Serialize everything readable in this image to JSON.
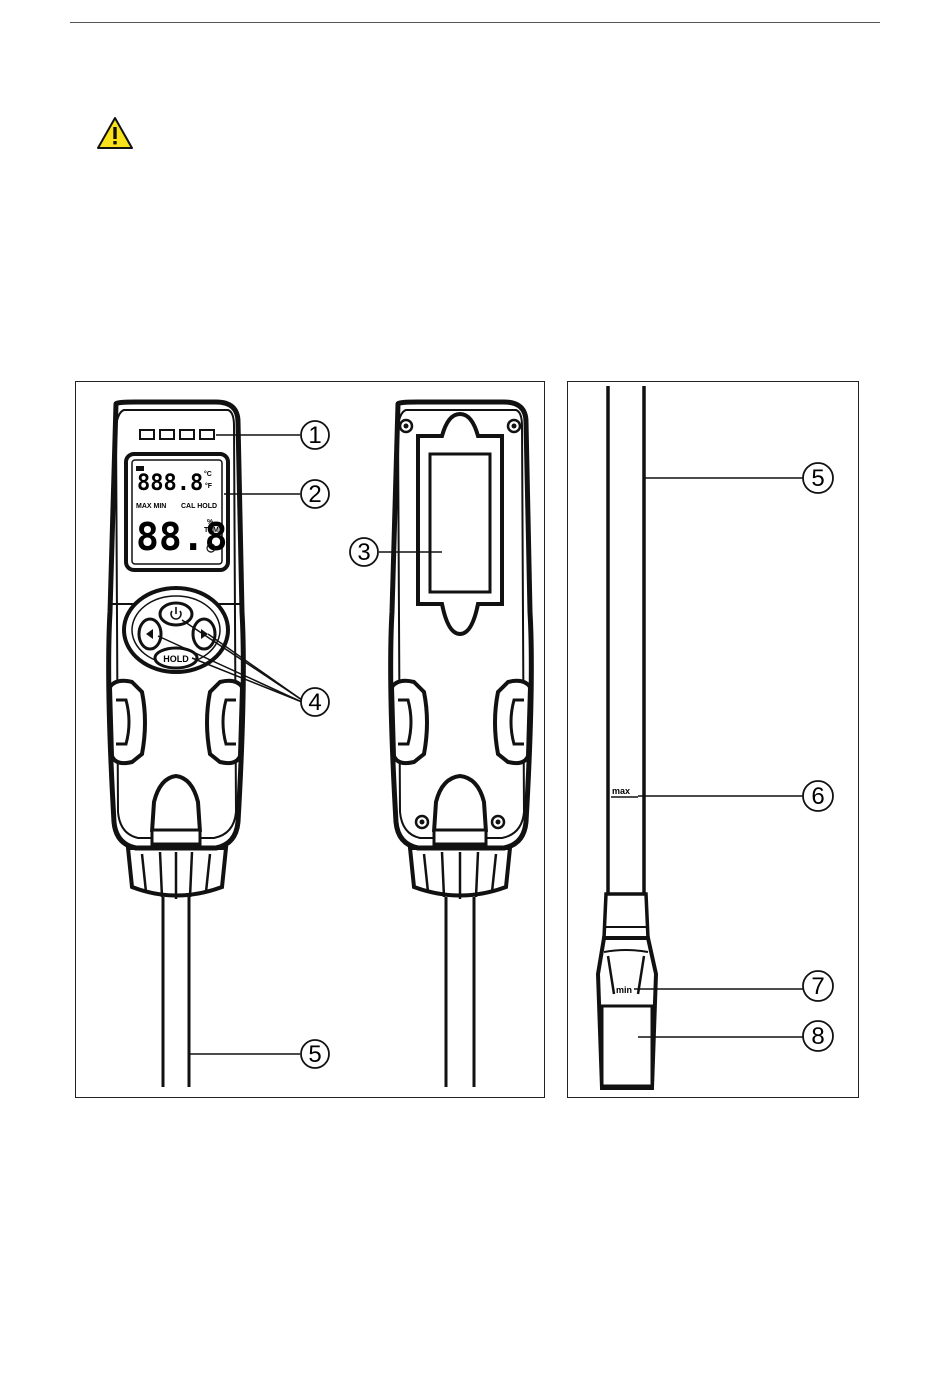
{
  "icons": {
    "warning": "warning-triangle-icon",
    "power": "power-icon",
    "left": "arrow-left-icon",
    "right": "arrow-right-icon"
  },
  "colors": {
    "warning_fill": "#f7e21b",
    "line": "#111111"
  },
  "lcd": {
    "upper_digits": "888.8",
    "unit_c": "°C",
    "unit_f": "°F",
    "modes": "MAX MIN",
    "cal_hold": "CAL HOLD",
    "lower_digits": "88.8",
    "unit_pct": "%",
    "unit_tpm": "TPM"
  },
  "buttons": {
    "hold": "HOLD"
  },
  "probe": {
    "max_mark": "max",
    "min_mark": "min"
  },
  "callouts": [
    "①",
    "②",
    "③",
    "④",
    "⑤",
    "⑤",
    "⑥",
    "⑦",
    "⑧"
  ]
}
